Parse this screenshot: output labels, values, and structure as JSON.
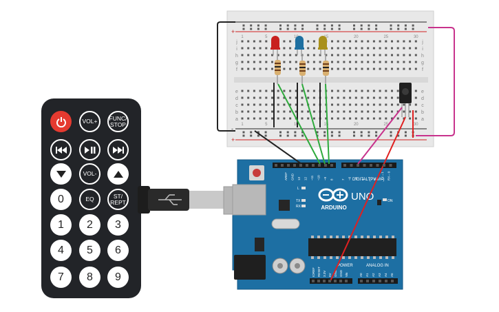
{
  "remote": {
    "rows": [
      [
        {
          "name": "power-button",
          "label": "",
          "icon": "power-icon",
          "style": "power"
        },
        {
          "name": "vol-up-button",
          "label": "VOL+",
          "style": "dark-small"
        },
        {
          "name": "func-stop-button",
          "label": "FUNC/\nSTOP",
          "style": "dark-small"
        }
      ],
      [
        {
          "name": "rewind-button",
          "label": "",
          "icon": "rewind-icon",
          "style": "dark"
        },
        {
          "name": "play-pause-button",
          "label": "",
          "icon": "play-pause-icon",
          "style": "dark"
        },
        {
          "name": "fast-forward-button",
          "label": "",
          "icon": "fast-forward-icon",
          "style": "dark"
        }
      ],
      [
        {
          "name": "down-button",
          "label": "",
          "icon": "triangle-down-icon",
          "style": "plain"
        },
        {
          "name": "vol-down-button",
          "label": "VOL-",
          "style": "dark-small"
        },
        {
          "name": "up-button",
          "label": "",
          "icon": "triangle-up-icon",
          "style": "plain"
        }
      ],
      [
        {
          "name": "digit-0-button",
          "label": "0",
          "style": "plain"
        },
        {
          "name": "eq-button",
          "label": "EQ",
          "style": "dark-small"
        },
        {
          "name": "st-rept-button",
          "label": "ST/\nREPT",
          "style": "dark-small"
        }
      ],
      [
        {
          "name": "digit-1-button",
          "label": "1",
          "style": "plain"
        },
        {
          "name": "digit-2-button",
          "label": "2",
          "style": "plain"
        },
        {
          "name": "digit-3-button",
          "label": "3",
          "style": "plain"
        }
      ],
      [
        {
          "name": "digit-4-button",
          "label": "4",
          "style": "plain"
        },
        {
          "name": "digit-5-button",
          "label": "5",
          "style": "plain"
        },
        {
          "name": "digit-6-button",
          "label": "6",
          "style": "plain"
        }
      ],
      [
        {
          "name": "digit-7-button",
          "label": "7",
          "style": "plain"
        },
        {
          "name": "digit-8-button",
          "label": "8",
          "style": "plain"
        },
        {
          "name": "digit-9-button",
          "label": "9",
          "style": "plain"
        }
      ]
    ]
  },
  "breadboard": {
    "row_letters_top": [
      "j",
      "i",
      "h",
      "g",
      "f"
    ],
    "row_letters_bottom": [
      "e",
      "d",
      "c",
      "b",
      "a"
    ],
    "column_numbers": [
      "1",
      "5",
      "10",
      "15",
      "20",
      "25",
      "30"
    ],
    "rail_plus": "+",
    "rail_minus": "-"
  },
  "leds": [
    {
      "name": "red-led",
      "color": "#c8201e"
    },
    {
      "name": "blue-led",
      "color": "#1e6fa0"
    },
    {
      "name": "yellow-led",
      "color": "#a8901a"
    }
  ],
  "arduino": {
    "brand": "ARDUINO",
    "model": "UNO",
    "digital_label": "DIGITAL (PWM~)",
    "power_label": "POWER",
    "analog_label": "ANALOG IN",
    "on_label": "ON",
    "led_l": "L",
    "led_tx": "TX",
    "led_rx": "RX",
    "top_pin_labels": [
      "AREF",
      "GND",
      "13",
      "12",
      "~11",
      "~10",
      "~9",
      "8",
      "7",
      "~6",
      "~5",
      "4",
      "~3",
      "2",
      "TX→1",
      "RX←0"
    ],
    "power_pin_labels": [
      "IOREF",
      "RESET",
      "3.3V",
      "5V",
      "GND",
      "GND",
      "Vin"
    ],
    "analog_pin_labels": [
      "A0",
      "A1",
      "A2",
      "A3",
      "A4",
      "A5"
    ],
    "board_color": "#1d6fa3"
  },
  "wires": {
    "green": "#2daa3c",
    "magenta": "#c8328c",
    "red": "#e02020",
    "black": "#222222"
  }
}
